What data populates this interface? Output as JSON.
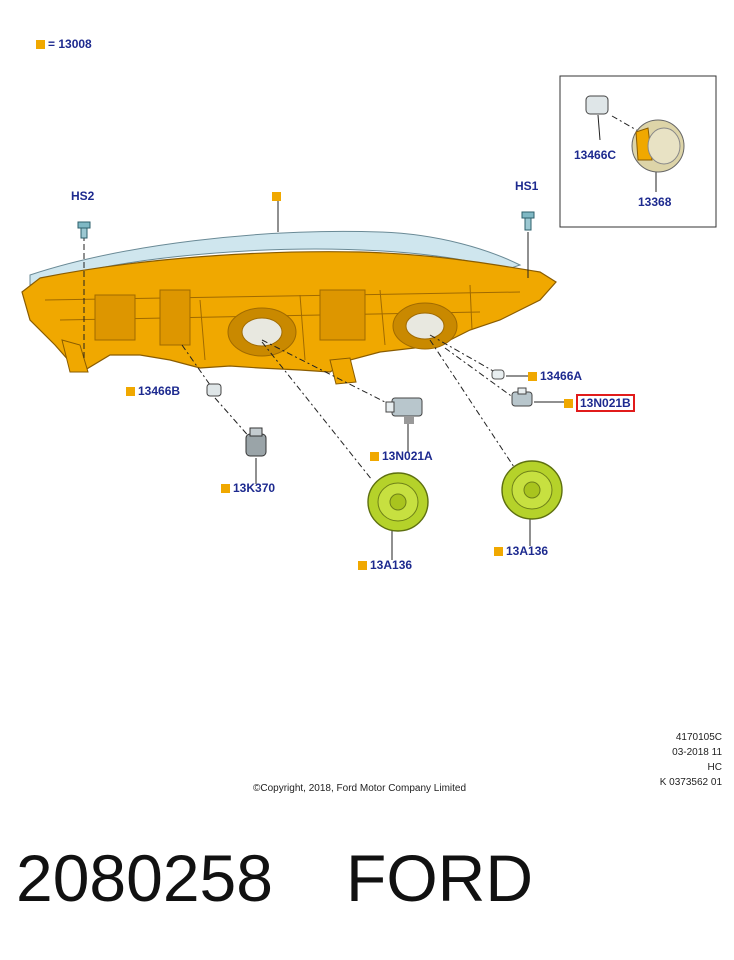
{
  "legend": {
    "text": "= 13008",
    "color": "#f0a800"
  },
  "labels": {
    "hs2": "HS2",
    "hs1": "HS1",
    "c13466c": "13466C",
    "c13368": "13368",
    "c13466a": "13466A",
    "c13466b": "13466B",
    "c13n021b": "13N021B",
    "c13n021a": "13N021A",
    "c13k370": "13K370",
    "c13a136_left": "13A136",
    "c13a136_right": "13A136"
  },
  "meta": {
    "line1": "4170105C",
    "line2": "03-2018 11",
    "line3": "HC",
    "line4": "K 0373562  01"
  },
  "copyright": "©Copyright, 2018, Ford Motor Company Limited",
  "footer": {
    "part_number": "2080258",
    "brand": "FORD"
  },
  "colors": {
    "housing": "#f0a800",
    "housing_dark": "#b87d00",
    "lens": "#c9e2ea",
    "cap": "#b5d22a",
    "label": "#1d2a8f",
    "highlight": "#e11b1b"
  }
}
